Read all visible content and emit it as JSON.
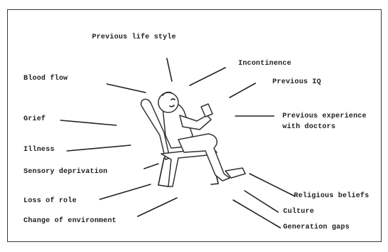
{
  "factors": {
    "previous_life_style": "Previous life style",
    "blood_flow": "Blood flow",
    "incontinence": "Incontinence",
    "previous_iq": "Previous IQ",
    "grief": "Grief",
    "previous_experience": "Previous experience",
    "previous_experience_2": "with doctors",
    "illness": "Illness",
    "sensory_deprivation": "Sensory deprivation",
    "loss_of_role": "Loss of role",
    "religious_beliefs": "Religious beliefs",
    "culture": "Culture",
    "change_of_environment": "Change of environment",
    "generation_gaps": "Generation gaps"
  }
}
